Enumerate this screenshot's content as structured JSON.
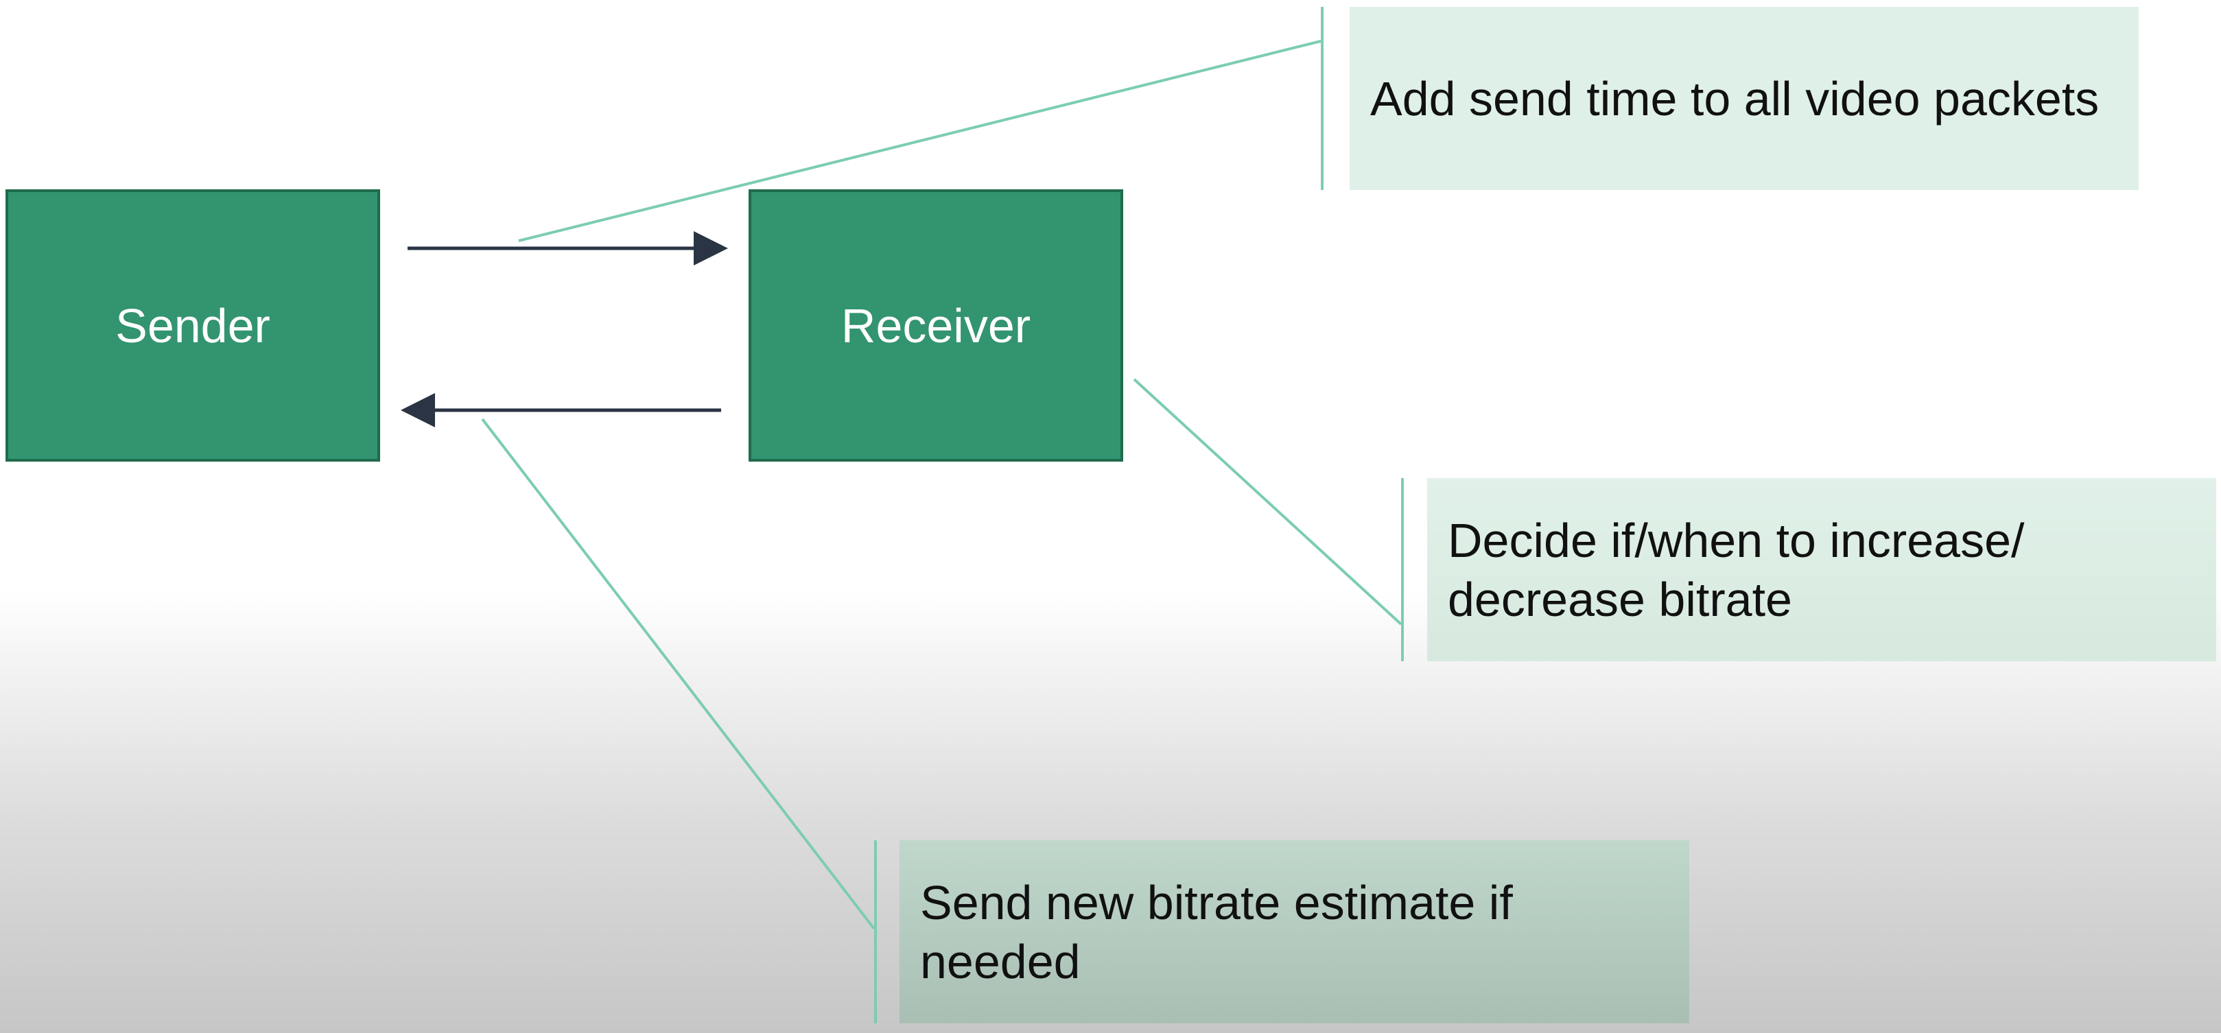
{
  "nodes": {
    "sender": "Sender",
    "receiver": "Receiver"
  },
  "callouts": {
    "send_time": "Add send time to all video packets",
    "decide": "Decide if/when to increase/ decrease bitrate",
    "estimate": "Send new bitrate estimate if needed"
  },
  "colors": {
    "node_fill": "#339470",
    "node_border": "#1f6b4c",
    "arrow": "#2a3444",
    "leader_line": "#7ccdb0"
  }
}
